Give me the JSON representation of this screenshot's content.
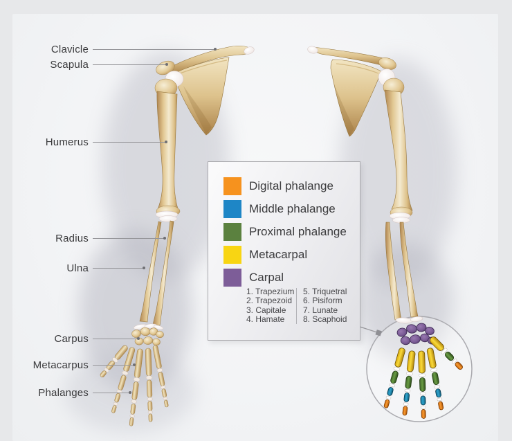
{
  "anatomy_labels": [
    {
      "text": "Clavicle"
    },
    {
      "text": "Scapula"
    },
    {
      "text": "Humerus"
    },
    {
      "text": "Radius"
    },
    {
      "text": "Ulna"
    },
    {
      "text": "Carpus"
    },
    {
      "text": "Metacarpus"
    },
    {
      "text": "Phalanges"
    }
  ],
  "legend": {
    "items": [
      {
        "label": "Digital phalange",
        "color": "#F6921E"
      },
      {
        "label": "Middle phalange",
        "color": "#1E86C6"
      },
      {
        "label": "Proximal phalange",
        "color": "#5B813F"
      },
      {
        "label": "Metacarpal",
        "color": "#F8D513"
      },
      {
        "label": "Carpal",
        "color": "#7D5D98"
      }
    ],
    "carpal_bones_col1": [
      "1. Trapezium",
      "2. Trapezoid",
      "3. Capitale",
      "4. Hamate"
    ],
    "carpal_bones_col2": [
      "5. Triquetral",
      "6. Pisiform",
      "7. Lunate",
      "8. Scaphoid"
    ]
  }
}
